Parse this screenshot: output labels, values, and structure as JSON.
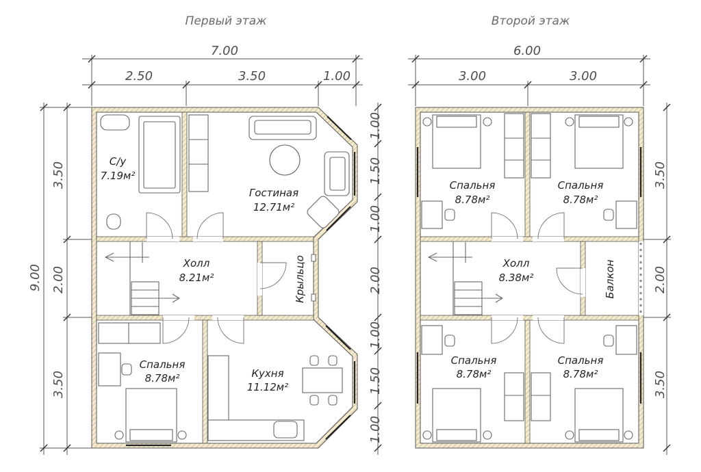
{
  "floors": [
    {
      "title": "Первый этаж",
      "overall_width": "7.00",
      "width_segments": [
        "2.50",
        "3.50",
        "1.00"
      ],
      "overall_height": "9.00",
      "left_segments": [
        "3.50",
        "2.00",
        "3.50"
      ],
      "right_segments": [
        "1.00",
        "1.50",
        "1.00",
        "2.00",
        "1.00",
        "1.50",
        "1.00"
      ],
      "rooms": [
        {
          "name": "С/у",
          "area": "7.19м²"
        },
        {
          "name": "Гостиная",
          "area": "12.71м²"
        },
        {
          "name": "Холл",
          "area": "8.21м²"
        },
        {
          "name": "Крыльцо",
          "area": ""
        },
        {
          "name": "Спальня",
          "area": "8.78м²"
        },
        {
          "name": "Кухня",
          "area": "11.12м²"
        }
      ]
    },
    {
      "title": "Второй этаж",
      "overall_width": "6.00",
      "width_segments": [
        "3.00",
        "3.00"
      ],
      "right_segments": [
        "3.50",
        "2.00",
        "3.50"
      ],
      "rooms": [
        {
          "name": "Спальня",
          "area": "8.78м²"
        },
        {
          "name": "Спальня",
          "area": "8.78м²"
        },
        {
          "name": "Холл",
          "area": "8.38м²"
        },
        {
          "name": "Балкон",
          "area": ""
        },
        {
          "name": "Спальня",
          "area": "8.78м²"
        },
        {
          "name": "Спальня",
          "area": "8.78м²"
        }
      ]
    }
  ],
  "colors": {
    "wall_fill": "#f3ead0",
    "wall_hatch": "#c8b98a",
    "wall_edge": "#555555",
    "window": "#222222",
    "dimension_line": "#555555"
  }
}
